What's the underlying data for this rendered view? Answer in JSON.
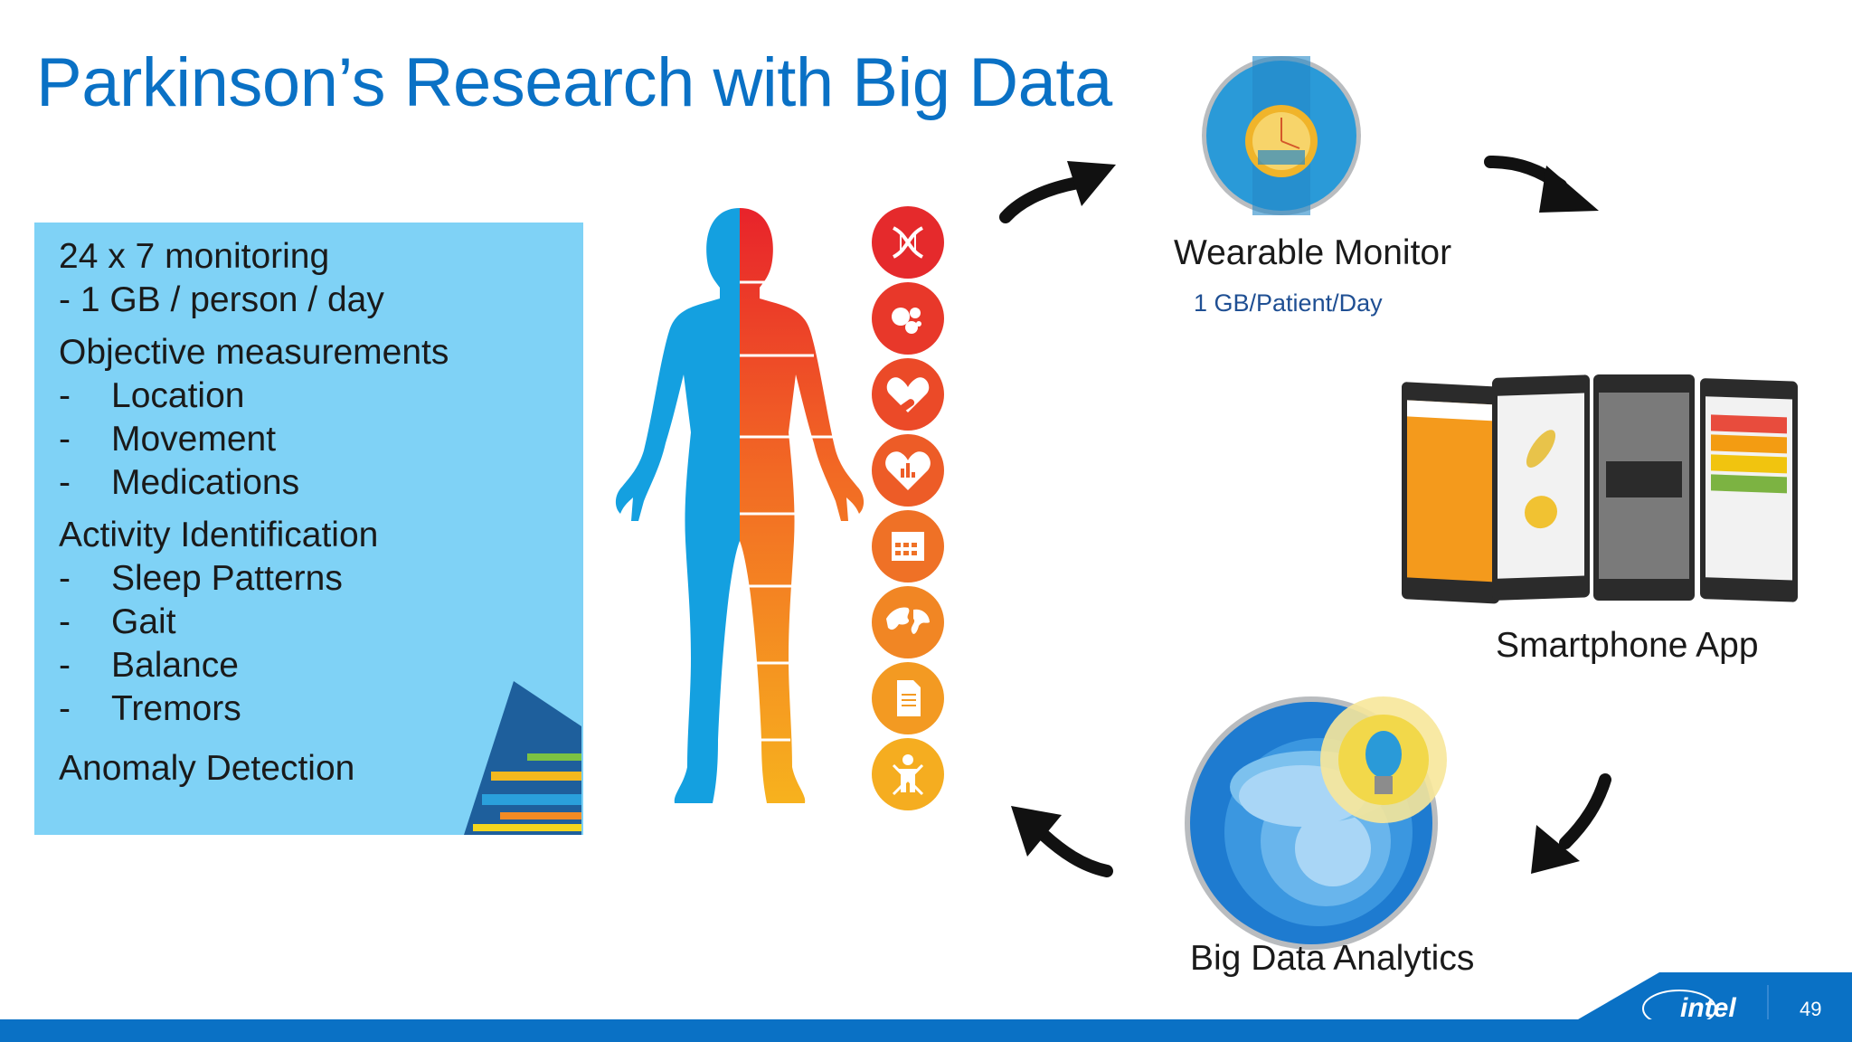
{
  "slide": {
    "title": "Parkinson’s Research with Big Data",
    "page_number": "49",
    "logo_text": "intel"
  },
  "info_box": {
    "groups": [
      {
        "heading": "24 x 7 monitoring",
        "items": [],
        "lines": [
          "- 1 GB / person / day"
        ]
      },
      {
        "heading": "Objective measurements",
        "items": [
          "Location",
          "Movement",
          "Medications"
        ],
        "lines": []
      },
      {
        "heading": "Activity Identification",
        "items": [
          "Sleep Patterns",
          "Gait",
          "Balance",
          "Tremors"
        ],
        "lines": []
      },
      {
        "heading": "Anomaly Detection",
        "items": [],
        "lines": []
      }
    ],
    "dash": "-"
  },
  "cycle": {
    "wearable_label": "Wearable Monitor",
    "wearable_sub": "1 GB/Patient/Day",
    "smartphone_label": "Smartphone App",
    "analytics_label": "Big Data Analytics"
  },
  "icons": [
    "dna-icon",
    "cells-icon",
    "pill-heart-icon",
    "heart-chart-icon",
    "calendar-icon",
    "globe-icon",
    "document-icon",
    "person-x-icon"
  ],
  "colors": {
    "title": "#0a71c5",
    "box": "#7fd2f6",
    "footer": "#0a71c5",
    "body_left": "#14a0e0",
    "body_right_top": "#e8232b",
    "body_right_bottom": "#f7b21e"
  }
}
